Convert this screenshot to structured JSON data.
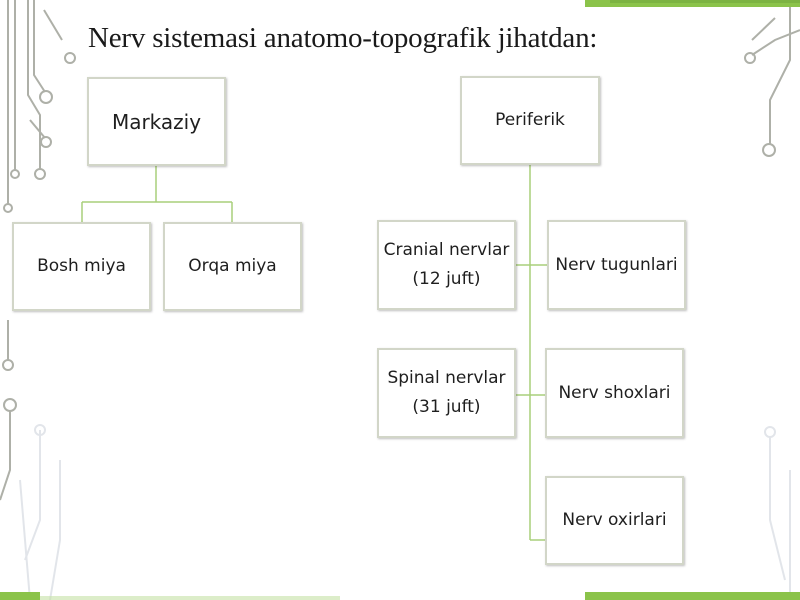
{
  "slide": {
    "title": "Nerv sistemasi anatomo-topografik jihatdan:",
    "accent_color": "#8bc34a",
    "circuit_color": "#aeb0a8",
    "line_color": "#a9cf7a",
    "box_border_color": "#d2d6c8"
  },
  "nodes": {
    "markaziy": "Markaziy",
    "periferik": "Periferik",
    "bosh_miya": "Bosh miya",
    "orqa_miya": "Orqa miya",
    "cranial_line1": "Cranial nervlar",
    "cranial_line2": "(12 juft)",
    "spinal_line1": "Spinal nervlar",
    "spinal_line2": "(31 juft)",
    "nerv_tugunlari": "Nerv tugunlari",
    "nerv_shoxlari": "Nerv shoxlari",
    "nerv_oxirlari": "Nerv oxirlari"
  }
}
